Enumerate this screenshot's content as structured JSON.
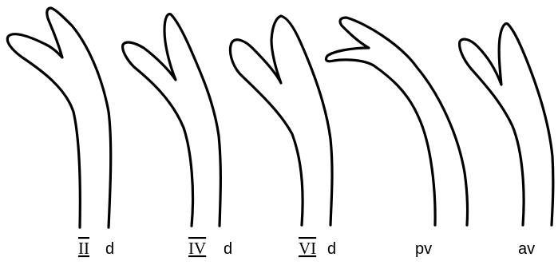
{
  "figure": {
    "specimens": [
      {
        "numeral": "II",
        "suffix": "d"
      },
      {
        "numeral": "IV",
        "suffix": "d"
      },
      {
        "numeral": "VI",
        "suffix": "d"
      },
      {
        "numeral": "",
        "suffix": "pv"
      },
      {
        "numeral": "",
        "suffix": "av"
      }
    ]
  }
}
